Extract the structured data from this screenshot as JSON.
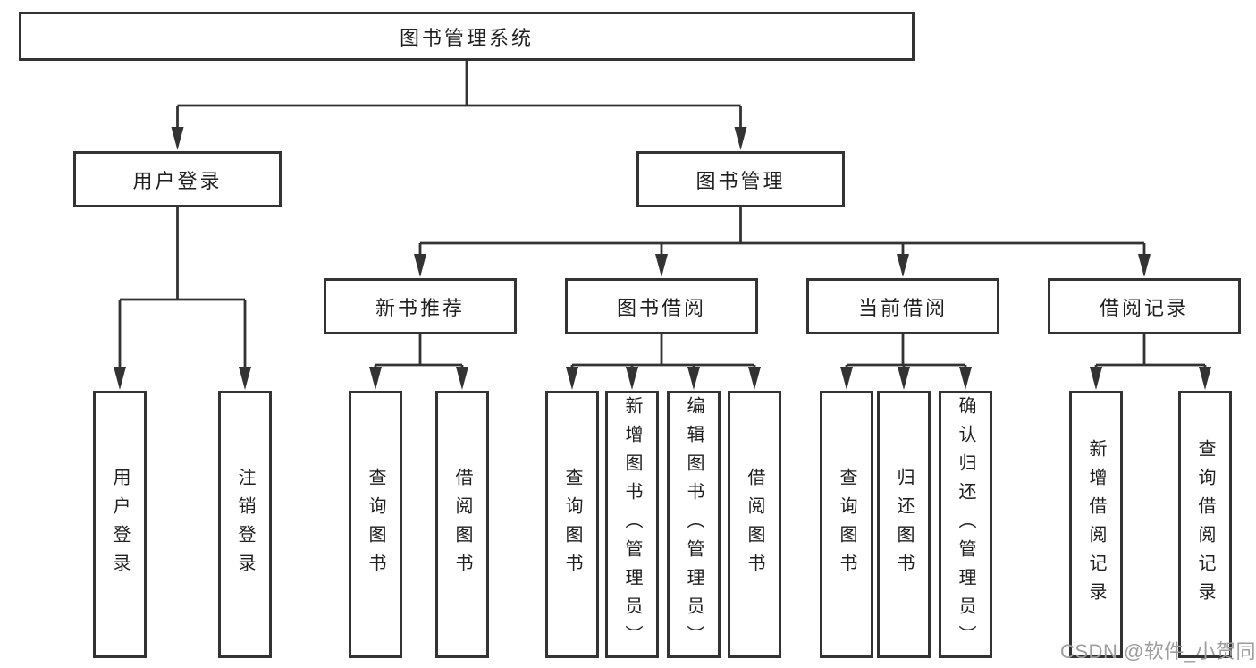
{
  "tree": {
    "root": {
      "label": "图书管理系统",
      "children": [
        {
          "label": "用户登录",
          "children": [
            {
              "label": "用户登录"
            },
            {
              "label": "注销登录"
            }
          ]
        },
        {
          "label": "图书管理",
          "children": [
            {
              "label": "新书推荐",
              "children": [
                {
                  "label": "查询图书"
                },
                {
                  "label": "借阅图书"
                }
              ]
            },
            {
              "label": "图书借阅",
              "children": [
                {
                  "label": "查询图书"
                },
                {
                  "label": "新增图书（管理员）"
                },
                {
                  "label": "编辑图书（管理员）"
                },
                {
                  "label": "借阅图书"
                }
              ]
            },
            {
              "label": "当前借阅",
              "children": [
                {
                  "label": "查询图书"
                },
                {
                  "label": "归还图书"
                },
                {
                  "label": "确认归还（管理员）"
                }
              ]
            },
            {
              "label": "借阅记录",
              "children": [
                {
                  "label": "新增借阅记录"
                },
                {
                  "label": "查询借阅记录"
                }
              ]
            }
          ]
        }
      ]
    }
  },
  "watermark": {
    "text": "CSDN @软件_小贺同学"
  },
  "colors": {
    "line": "#333333",
    "border": "#333333",
    "text": "#1f1f1f",
    "watermark": "#9d9d9d",
    "background": "#ffffff"
  }
}
